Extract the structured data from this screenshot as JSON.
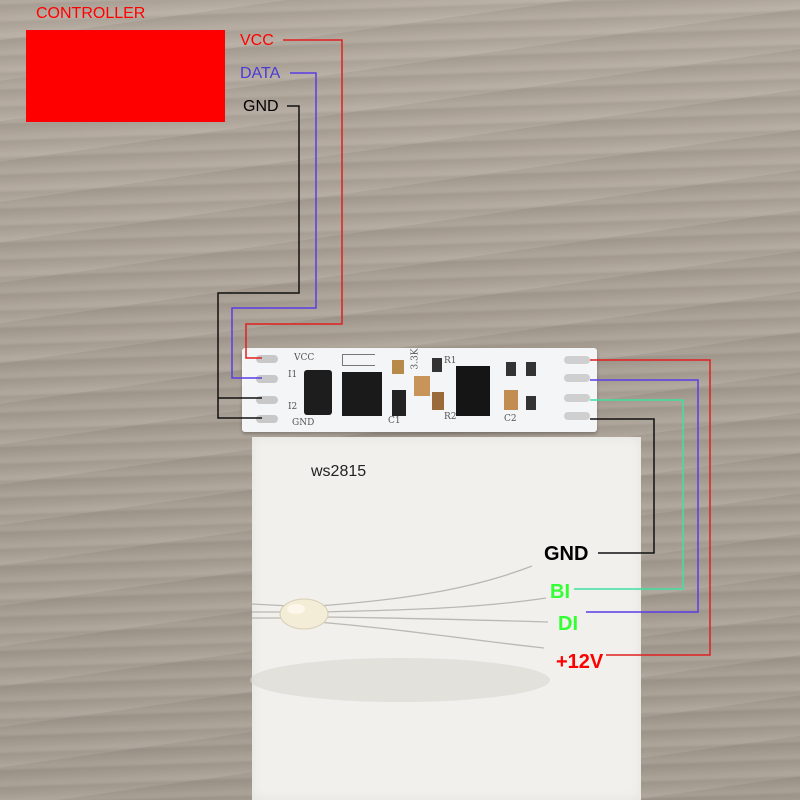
{
  "colors": {
    "controller_fill": "#ff0000",
    "vcc": "#ff0000",
    "data": "#5a3ce6",
    "gnd": "#000000",
    "bi": "#33ff33",
    "di": "#33ff33",
    "plus12v": "#ff0000",
    "controller_title": "#ff0000",
    "data_label": "#4a3ad8",
    "gnd_label": "#000000",
    "bi_wire": "#3fe0a0",
    "di_wire": "#5a3ce6"
  },
  "controller": {
    "title": "CONTROLLER",
    "vcc_label": "VCC",
    "data_label": "DATA",
    "gnd_label": "GND"
  },
  "board": {
    "silk_vcc": "VCC",
    "silk_gnd": "GND",
    "silk_i1": "I1",
    "silk_i2": "I2",
    "silk_res": "3.3K",
    "silk_c1": "C1",
    "silk_c2": "C2",
    "silk_r1": "R1",
    "silk_r2": "R2"
  },
  "strip": {
    "model": "ws2815",
    "pin_gnd": "GND",
    "pin_bi": "BI",
    "pin_di": "DI",
    "pin_12v": "+12V"
  }
}
